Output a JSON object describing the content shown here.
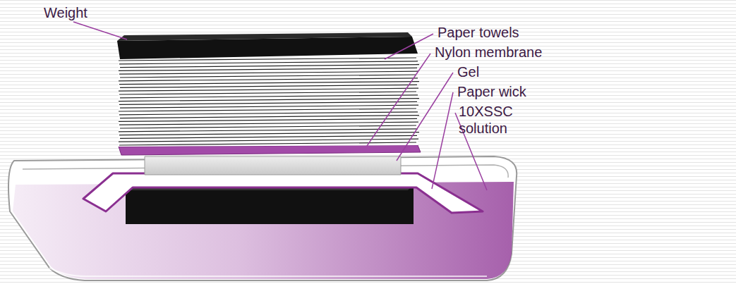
{
  "diagram": {
    "labels": [
      "Weight",
      "Paper towels",
      "Nylon membrane",
      "Gel",
      "Paper wick",
      "10XSSC solution"
    ]
  }
}
